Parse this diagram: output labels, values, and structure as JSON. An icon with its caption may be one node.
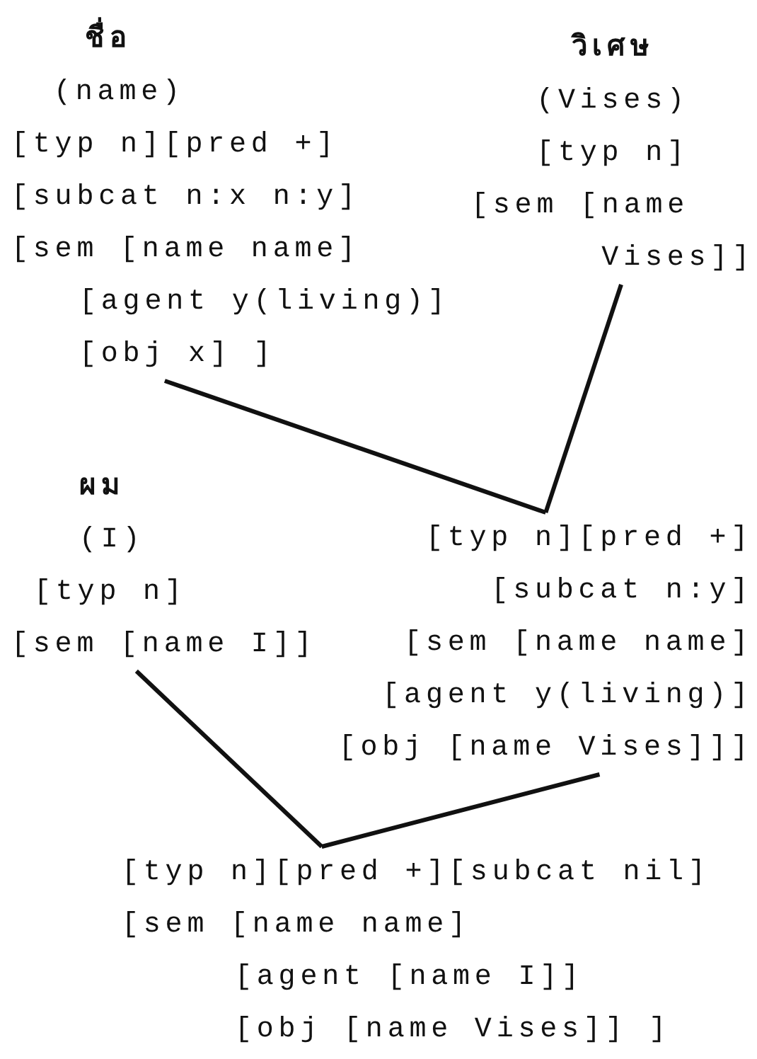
{
  "diagram": {
    "nodes": [
      {
        "text": [
          "ชื่อ",
          "(name)",
          "[typ n][pred +]",
          "[subcat n:x n:y]",
          "[sem [name name]",
          "[agent y(living)]",
          "[obj x] ]"
        ]
      },
      {
        "text": [
          "วิเศษ",
          "(Vises)",
          "[typ n]",
          "[sem [name Vises]]"
        ]
      },
      {
        "text": [
          "[typ n][pred +]",
          "[subcat n:y]",
          "[sem [name name]",
          "[agent y(living)]",
          "[obj [name Vises]]]"
        ]
      },
      {
        "text": [
          "ผม",
          "(I)",
          "[typ n]",
          "[sem [name I]]"
        ]
      },
      {
        "text": [
          "[typ n][pred +][subcat nil]",
          "[sem [name name]",
          "[agent [name I]]",
          "[obj [name Vises]] ]"
        ]
      }
    ],
    "edges": [
      {
        "from": 0,
        "to": 2,
        "arrow": "none"
      },
      {
        "from": 1,
        "to": 2,
        "arrow": "none"
      },
      {
        "from": 3,
        "to": 4,
        "arrow": "none"
      },
      {
        "from": 2,
        "to": 4,
        "arrow": "none"
      }
    ]
  }
}
